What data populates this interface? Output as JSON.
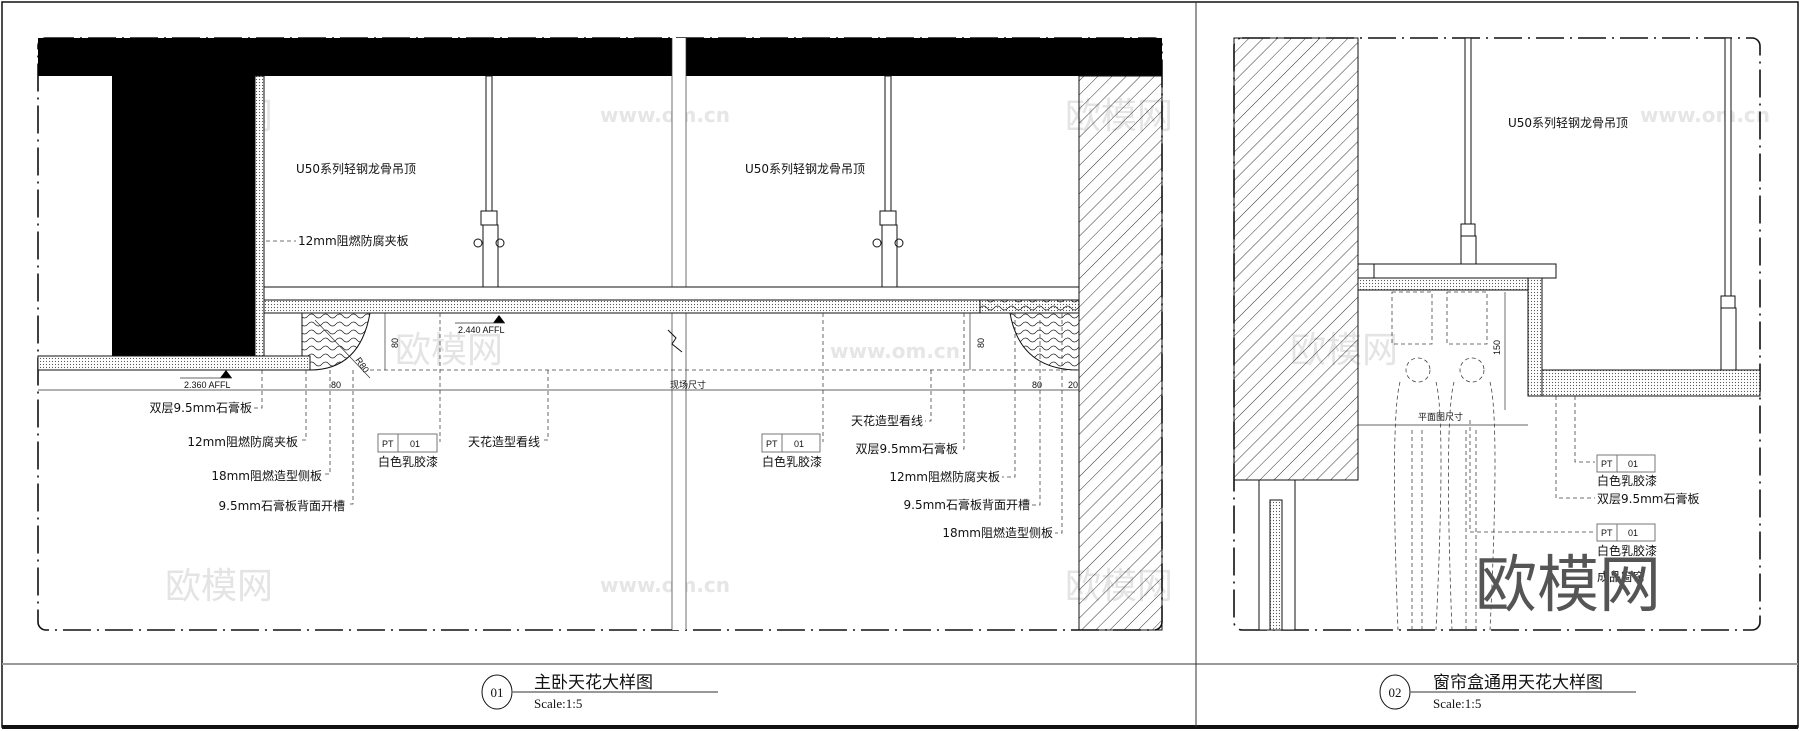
{
  "watermarks": {
    "logo": "欧模网",
    "url": "www.om.cn"
  },
  "detail_01": {
    "number": "01",
    "title": "主卧天花大样图",
    "scale": "Scale:1:5",
    "ceiling_system_label": "U50系列轻钢龙骨吊顶",
    "wall_plywood_label": "12mm阻燃防腐夹板",
    "level_upper": "2.440 AFFL",
    "level_lower": "2.360 AFFL",
    "radius": "R80",
    "dim_height": "80",
    "dim_site": "现场尺寸",
    "dim_left": "80",
    "dim_right": "80",
    "dim_gap": "20",
    "left_labels": [
      "双层9.5mm石膏板",
      "12mm阻燃防腐夹板",
      "18mm阻燃造型侧板",
      "9.5mm石膏板背面开槽"
    ],
    "center_label": "天花造型看线",
    "paint_tag": {
      "code": "PT",
      "number": "01",
      "desc": "白色乳胶漆"
    },
    "right_labels": [
      "天花造型看线",
      "双层9.5mm石膏板",
      "12mm阻燃防腐夹板",
      "9.5mm石膏板背面开槽",
      "18mm阻燃造型侧板"
    ]
  },
  "detail_02": {
    "number": "02",
    "title": "窗帘盒通用天花大样图",
    "scale": "Scale:1:5",
    "ceiling_system_label": "U50系列轻钢龙骨吊顶",
    "dim_plan": "平面图尺寸",
    "dim_box": "150",
    "paint_tag_1": {
      "code": "PT",
      "number": "01",
      "desc": "白色乳胶漆"
    },
    "board_label": "双层9.5mm石膏板",
    "paint_tag_2": {
      "code": "PT",
      "number": "01",
      "desc": "白色乳胶漆"
    },
    "curtain_label": "成品窗帘"
  }
}
